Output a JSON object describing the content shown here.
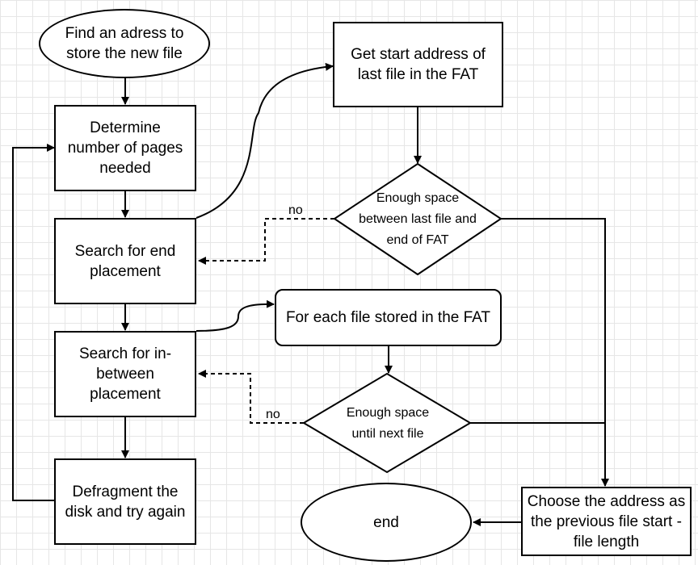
{
  "nodes": {
    "start": "Find an adress to store the new file",
    "determine_pages": "Determine number of pages needed",
    "search_end": "Search for end placement",
    "search_between": "Search for in-between placement",
    "defragment": "Defragment the disk and try again",
    "get_start_address": "Get start address of last file in the FAT",
    "enough_space_end": "Enough space between last file and end of FAT",
    "for_each_file": "For each file stored in the FAT",
    "enough_space_next": "Enough space until next file",
    "choose_address": "Choose the address as the previous file start - file length",
    "end": "end"
  },
  "edge_labels": {
    "no_end": "no",
    "no_between": "no"
  },
  "colors": {
    "stroke": "#000000",
    "grid": "#e6e6e6",
    "background": "#ffffff"
  }
}
